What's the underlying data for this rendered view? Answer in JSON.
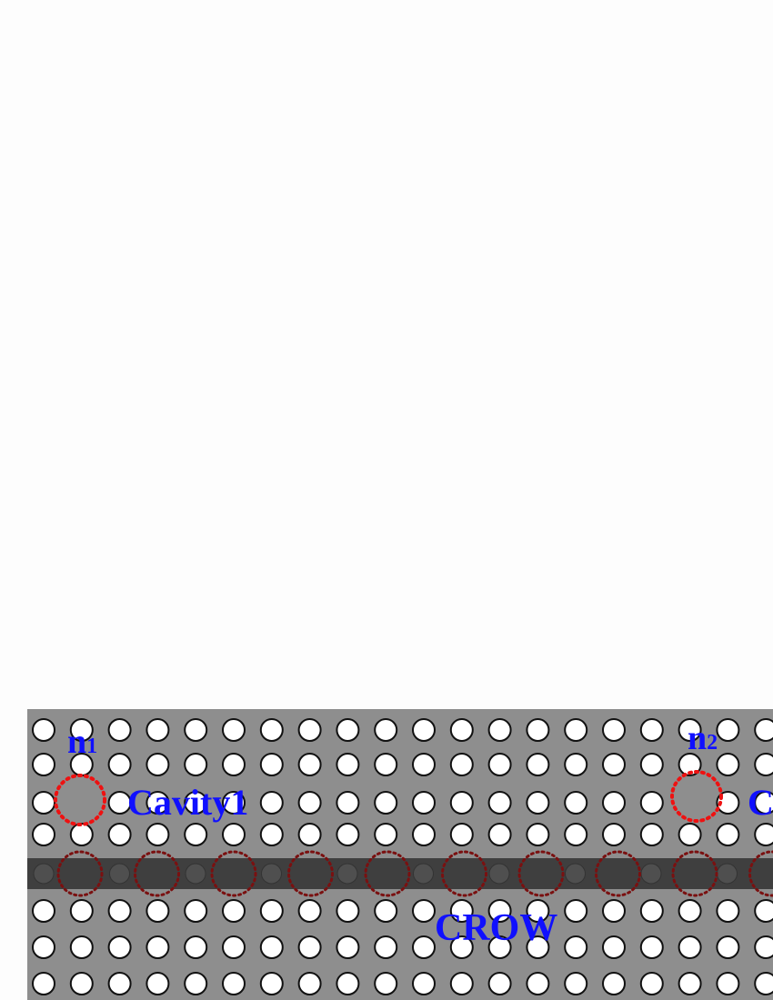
{
  "labels": {
    "n1": "n",
    "n1_sub": "1",
    "n2": "n",
    "n2_sub": "2",
    "cavity1": "Cavity1",
    "cavity2_partial": "C",
    "crow": "CROW"
  },
  "colors": {
    "slab": "#8e8e8e",
    "hole_fill": "#ffffff",
    "hole_stroke": "#111111",
    "waveguide": "#3f3f3f",
    "waveguide_hole": "#4f4f4f",
    "cavity_ring": "#ee1111",
    "crow_ring": "#7a1010",
    "label": "#1010ff"
  }
}
